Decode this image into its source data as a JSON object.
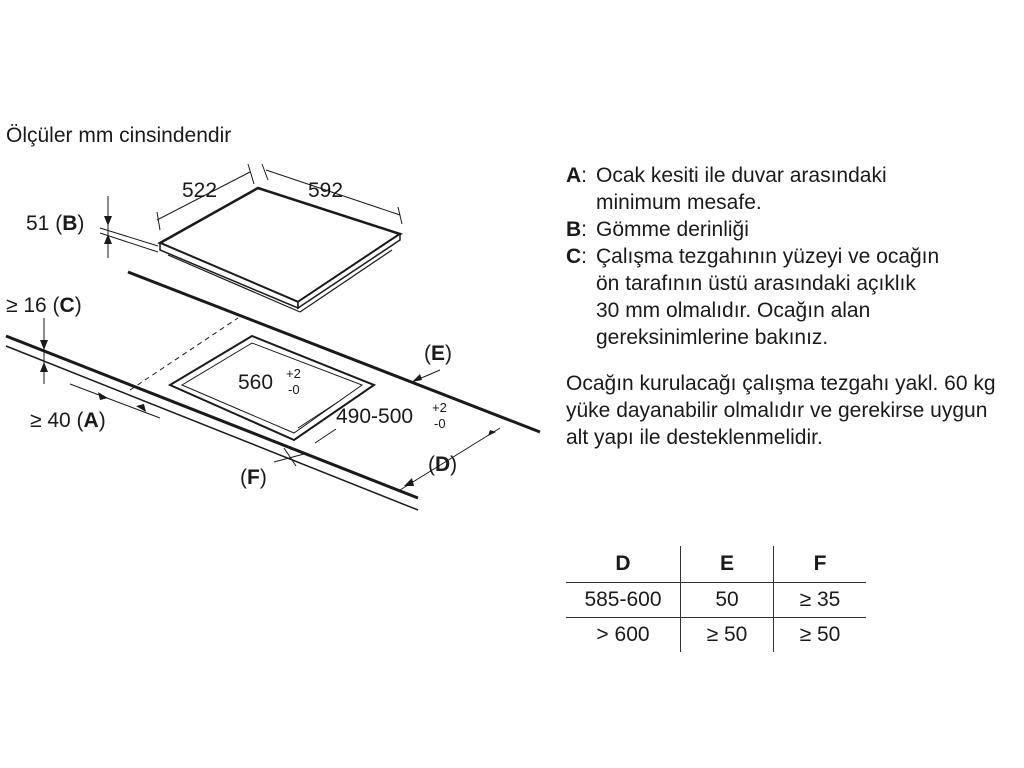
{
  "title": "Ölçüler mm cinsindendir",
  "labels": {
    "w522": "522",
    "w592": "592",
    "b_val": "51",
    "b_key": "B",
    "c_val": "≥ 16",
    "c_key": "C",
    "a_val": "≥ 40",
    "a_key": "A",
    "cut_w": "560",
    "cut_w_tol_plus": "+2",
    "cut_w_tol_minus": "-0",
    "cut_d": "490-500",
    "cut_d_tol_plus": "+2",
    "cut_d_tol_minus": "-0",
    "e_key": "E",
    "f_key": "F",
    "d_key": "D"
  },
  "legend": [
    {
      "key": "A",
      "text": "Ocak kesiti ile duvar arasındaki",
      "cont": "minimum mesafe."
    },
    {
      "key": "B",
      "text": "Gömme derinliği",
      "cont": ""
    },
    {
      "key": "C",
      "text": "Çalışma tezgahının yüzeyi ve ocağın",
      "cont": "ön tarafının üstü arasındaki açıklık"
    }
  ],
  "legend_c_more": [
    "30 mm olmalıdır. Ocağın alan",
    "gereksinimlerine bakınız."
  ],
  "note": "Ocağın kurulacağı çalışma tezgahı yakl. 60 kg yüke dayanabilir olmalıdır ve gerekirse uygun alt yapı ile desteklenmelidir.",
  "table": {
    "headers": [
      "D",
      "E",
      "F"
    ],
    "rows": [
      [
        "585-600",
        "50",
        "≥ 35"
      ],
      [
        "> 600",
        "≥ 50",
        "≥ 50"
      ]
    ]
  }
}
